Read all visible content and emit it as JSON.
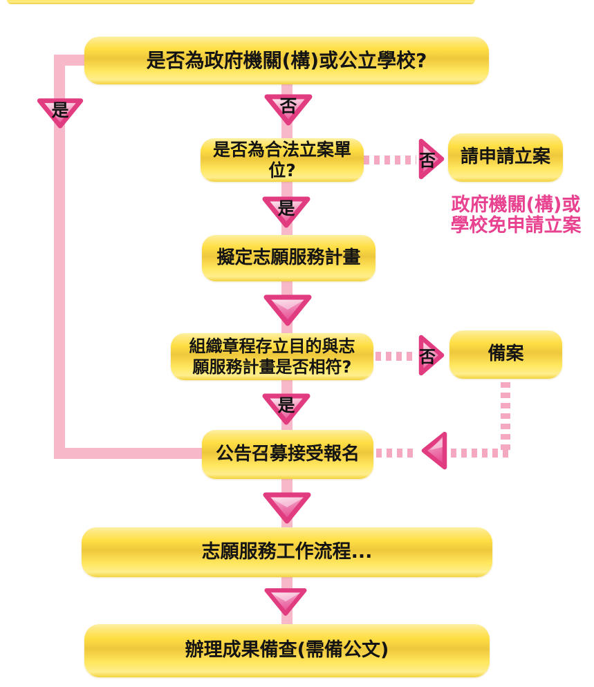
{
  "diagram": {
    "title_hint": "volunteer-service-registration-flowchart",
    "boxes": {
      "q_government": "是否為政府機關(構)或公立學校?",
      "q_legal": "是否為合法立案單位?",
      "apply_register": "請申請立案",
      "draft_plan": "擬定志願服務計畫",
      "q_charter_line1": "組織章程存立目的與志",
      "q_charter_line2": "願服務計畫是否相符?",
      "record": "備案",
      "announce": "公告召募接受報名",
      "workflow": "志願服務工作流程...",
      "report": "辦理成果備查(需備公文)"
    },
    "labels": {
      "yes": "是",
      "no": "否"
    },
    "note": {
      "line1": "政府機關(構)或",
      "line2": "學校免申請立案"
    },
    "colors": {
      "box_yellow_main": "#ffdf45",
      "box_yellow_dark": "#eec83c",
      "box_yellow_light": "#fbf2a6",
      "line_pink": "#f7b8ca",
      "dash_pink": "#f4a9c0",
      "triangle_border": "#e23c80",
      "triangle_fill_dark": "#e8549a",
      "note_text": "#e8418f",
      "node_text": "#141414"
    }
  }
}
